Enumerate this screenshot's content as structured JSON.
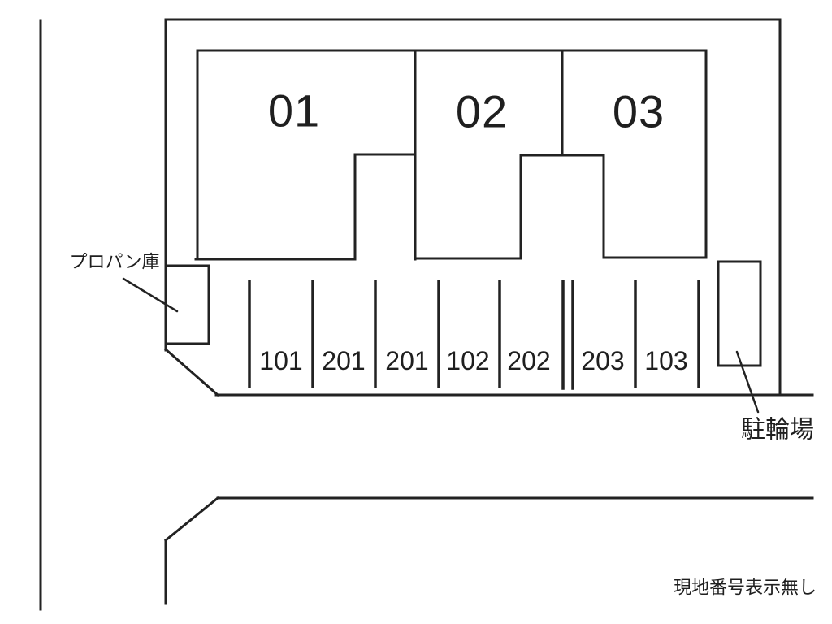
{
  "diagram": {
    "background": "#ffffff",
    "line_color": "#222222",
    "units": [
      {
        "label": "01"
      },
      {
        "label": "02"
      },
      {
        "label": "03"
      }
    ],
    "parking_spaces": [
      {
        "label": "101"
      },
      {
        "label": "201"
      },
      {
        "label": "201"
      },
      {
        "label": "102"
      },
      {
        "label": "202"
      },
      {
        "label": "203"
      },
      {
        "label": "103"
      }
    ],
    "annotations": {
      "propane_label": "プロパン庫",
      "bicycle_label": "駐輪場",
      "note": "現地番号表示無し"
    }
  }
}
